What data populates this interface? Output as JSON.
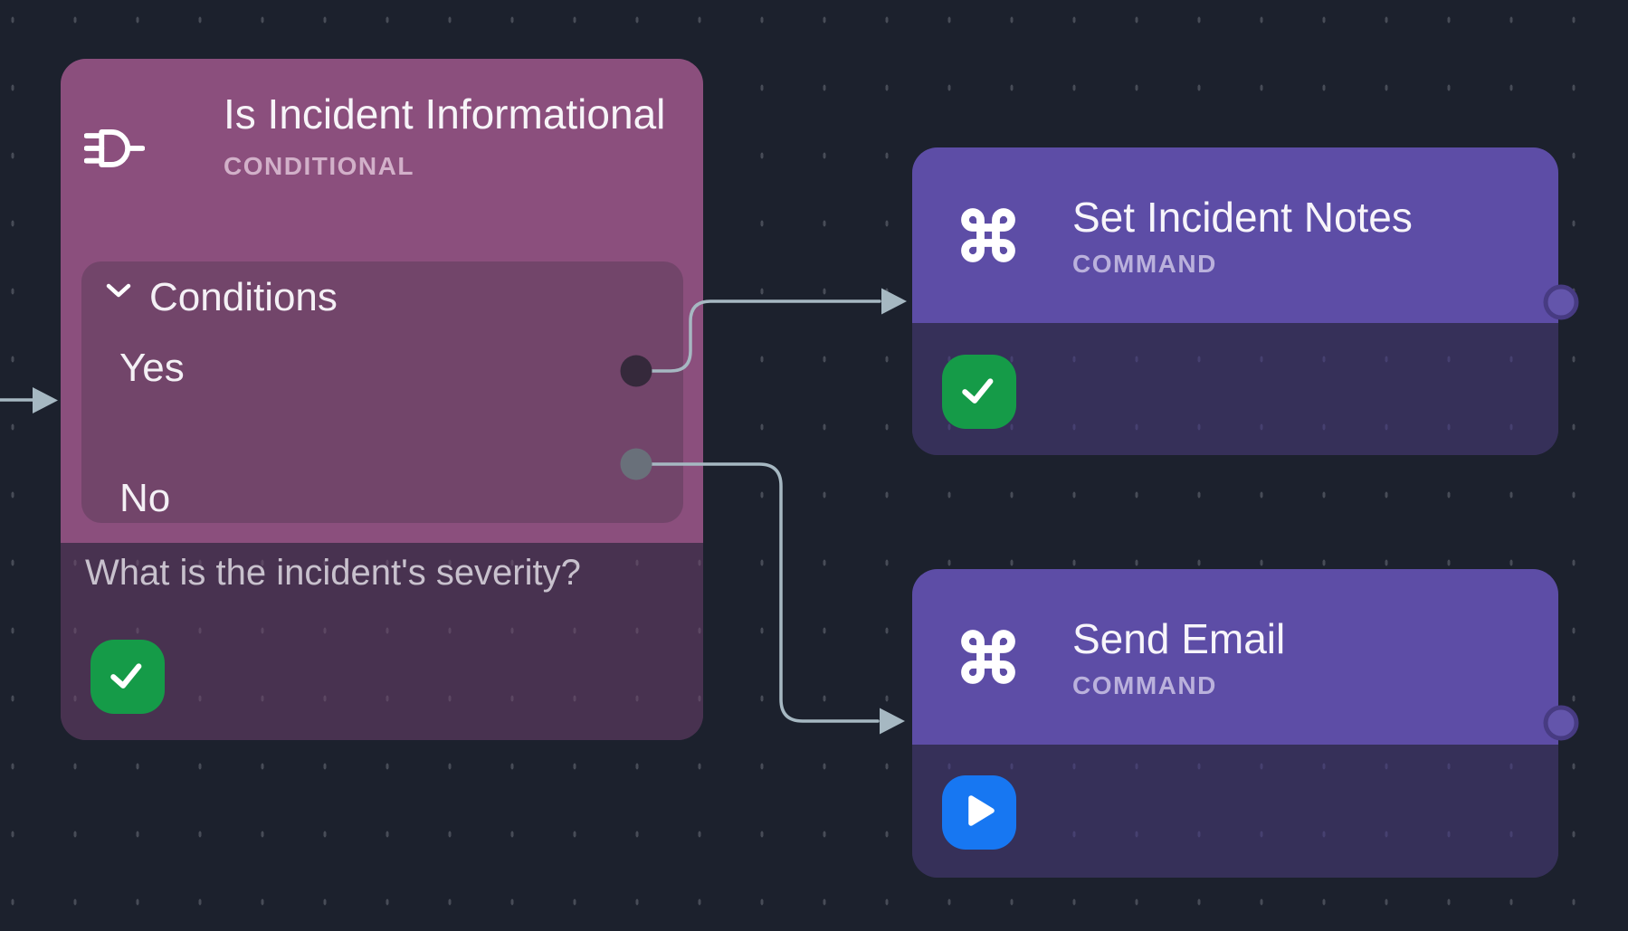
{
  "canvas": {
    "background_color": "#1c212d",
    "dot_color": "#474c57",
    "connector_color": "#a6b8c2"
  },
  "nodes": [
    {
      "id": "conditional",
      "title": "Is Incident Informational",
      "type_label": "CONDITIONAL",
      "icon": "logic-gate-icon",
      "header_color": "#8b4f7d",
      "body_color": "#483250",
      "panel_color": "#72456a",
      "conditions": {
        "label": "Conditions",
        "branches": [
          {
            "label": "Yes",
            "port_color": "#35293b"
          },
          {
            "label": "No",
            "port_color": "#69707a"
          }
        ]
      },
      "description": "What is the incident's severity?",
      "status": {
        "icon": "check-icon",
        "color": "#159b48"
      }
    },
    {
      "id": "set-incident-notes",
      "title": "Set Incident Notes",
      "type_label": "COMMAND",
      "icon": "command-icon",
      "header_color": "#5d4da6",
      "body_color": "#363059",
      "status": {
        "icon": "check-icon",
        "color": "#159b48"
      },
      "output_port_color": "#6355ab"
    },
    {
      "id": "send-email",
      "title": "Send Email",
      "type_label": "COMMAND",
      "icon": "command-icon",
      "header_color": "#5d4da6",
      "body_color": "#363059",
      "status": {
        "icon": "play-icon",
        "color": "#1777f2"
      },
      "output_port_color": "#6355ab"
    }
  ],
  "connectors": [
    {
      "id": "incoming",
      "from": "offscreen-left",
      "to": "conditional"
    },
    {
      "id": "yes-edge",
      "from": "conditional.yes",
      "to": "set-incident-notes"
    },
    {
      "id": "no-edge",
      "from": "conditional.no",
      "to": "send-email"
    }
  ]
}
